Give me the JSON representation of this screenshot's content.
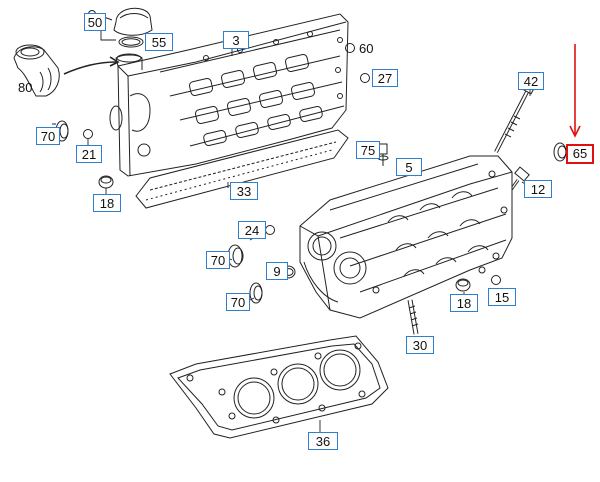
{
  "diagram": {
    "callouts": [
      {
        "id": "50",
        "label": "50"
      },
      {
        "id": "55",
        "label": "55"
      },
      {
        "id": "3",
        "label": "3"
      },
      {
        "id": "60",
        "label": "60"
      },
      {
        "id": "80",
        "label": "80"
      },
      {
        "id": "27",
        "label": "27"
      },
      {
        "id": "42",
        "label": "42"
      },
      {
        "id": "70a",
        "label": "70"
      },
      {
        "id": "21",
        "label": "21"
      },
      {
        "id": "65",
        "label": "65",
        "highlighted": true
      },
      {
        "id": "75",
        "label": "75"
      },
      {
        "id": "5",
        "label": "5"
      },
      {
        "id": "12",
        "label": "12"
      },
      {
        "id": "18a",
        "label": "18"
      },
      {
        "id": "33",
        "label": "33"
      },
      {
        "id": "24",
        "label": "24"
      },
      {
        "id": "70b",
        "label": "70"
      },
      {
        "id": "9",
        "label": "9"
      },
      {
        "id": "18b",
        "label": "18"
      },
      {
        "id": "15",
        "label": "15"
      },
      {
        "id": "70c",
        "label": "70"
      },
      {
        "id": "30",
        "label": "30"
      },
      {
        "id": "36",
        "label": "36"
      }
    ],
    "colors": {
      "callout_border": "#2f7fd0",
      "highlight": "#e01010",
      "line": "#222222"
    }
  }
}
